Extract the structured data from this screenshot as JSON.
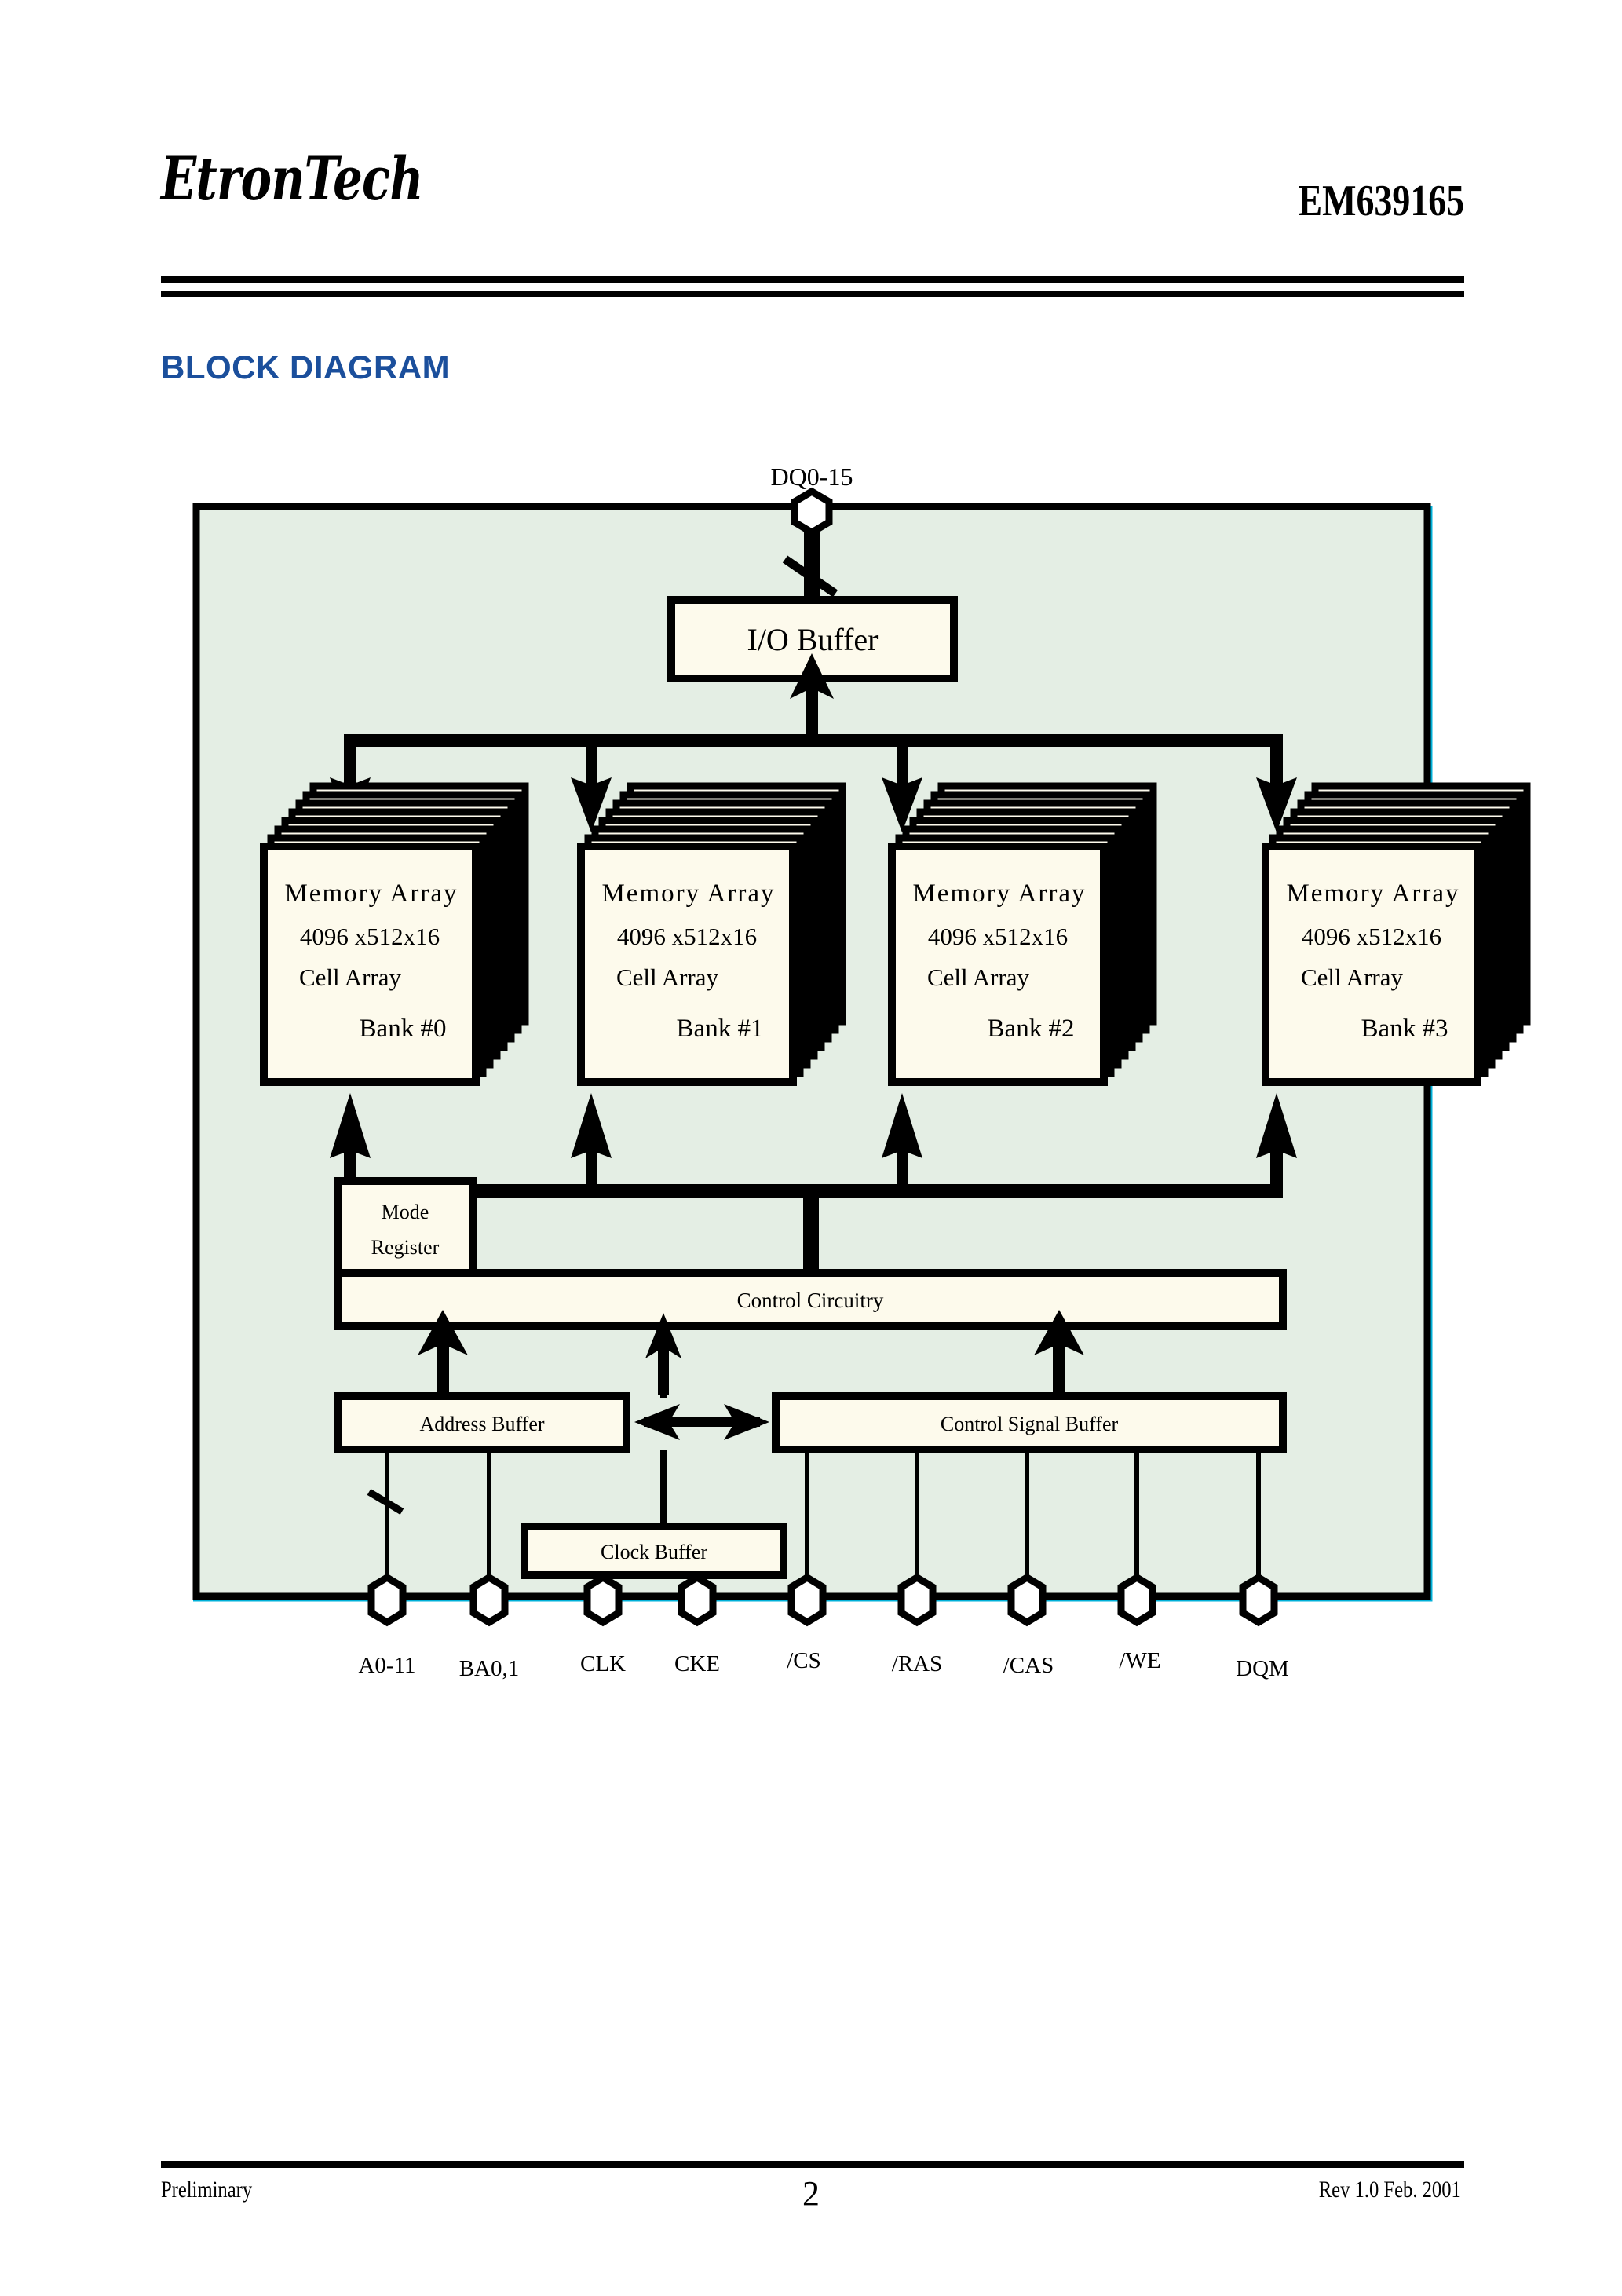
{
  "header": {
    "brand": "EtronTech",
    "part_number": "EM639165"
  },
  "section": {
    "title": "BLOCK DIAGRAM",
    "title_color": "#1b4f9c"
  },
  "diagram": {
    "frame_bg": "#e4eee4",
    "block_fill": "#fdfaec",
    "stroke": "#000000",
    "accent_edge": "#00b0d8",
    "top_pin": {
      "label": "DQ0-15",
      "name": "dq-pin"
    },
    "io_buffer": {
      "label": "I/O Buffer"
    },
    "banks": [
      {
        "line1": "Memory  Array",
        "line2": "4096 x512x16",
        "line3": "Cell Array",
        "line4": "Bank #0"
      },
      {
        "line1": "Memory  Array",
        "line2": "4096 x512x16",
        "line3": "Cell Array",
        "line4": "Bank #1"
      },
      {
        "line1": "Memory  Array",
        "line2": "4096 x512x16",
        "line3": "Cell Array",
        "line4": "Bank #2"
      },
      {
        "line1": "Memory  Array",
        "line2": "4096 x512x16",
        "line3": "Cell Array",
        "line4": "Bank #3"
      }
    ],
    "mode_register": {
      "line1": "Mode",
      "line2": "Register"
    },
    "control_circuitry": {
      "label": "Control Circuitry"
    },
    "address_buffer": {
      "label": "Address Buffer"
    },
    "control_signal_buffer": {
      "label": "Control Signal Buffer"
    },
    "clock_buffer": {
      "label": "Clock Buffer"
    },
    "pins": [
      {
        "label": "A0-11"
      },
      {
        "label": "BA0,1"
      },
      {
        "label": "CLK"
      },
      {
        "label": "CKE"
      },
      {
        "label": "/CS"
      },
      {
        "label": "/RAS"
      },
      {
        "label": "/CAS"
      },
      {
        "label": "/WE"
      },
      {
        "label": "DQM"
      }
    ]
  },
  "footer": {
    "left": "Preliminary",
    "page": "2",
    "right": "Rev 1.0    Feb. 2001"
  }
}
